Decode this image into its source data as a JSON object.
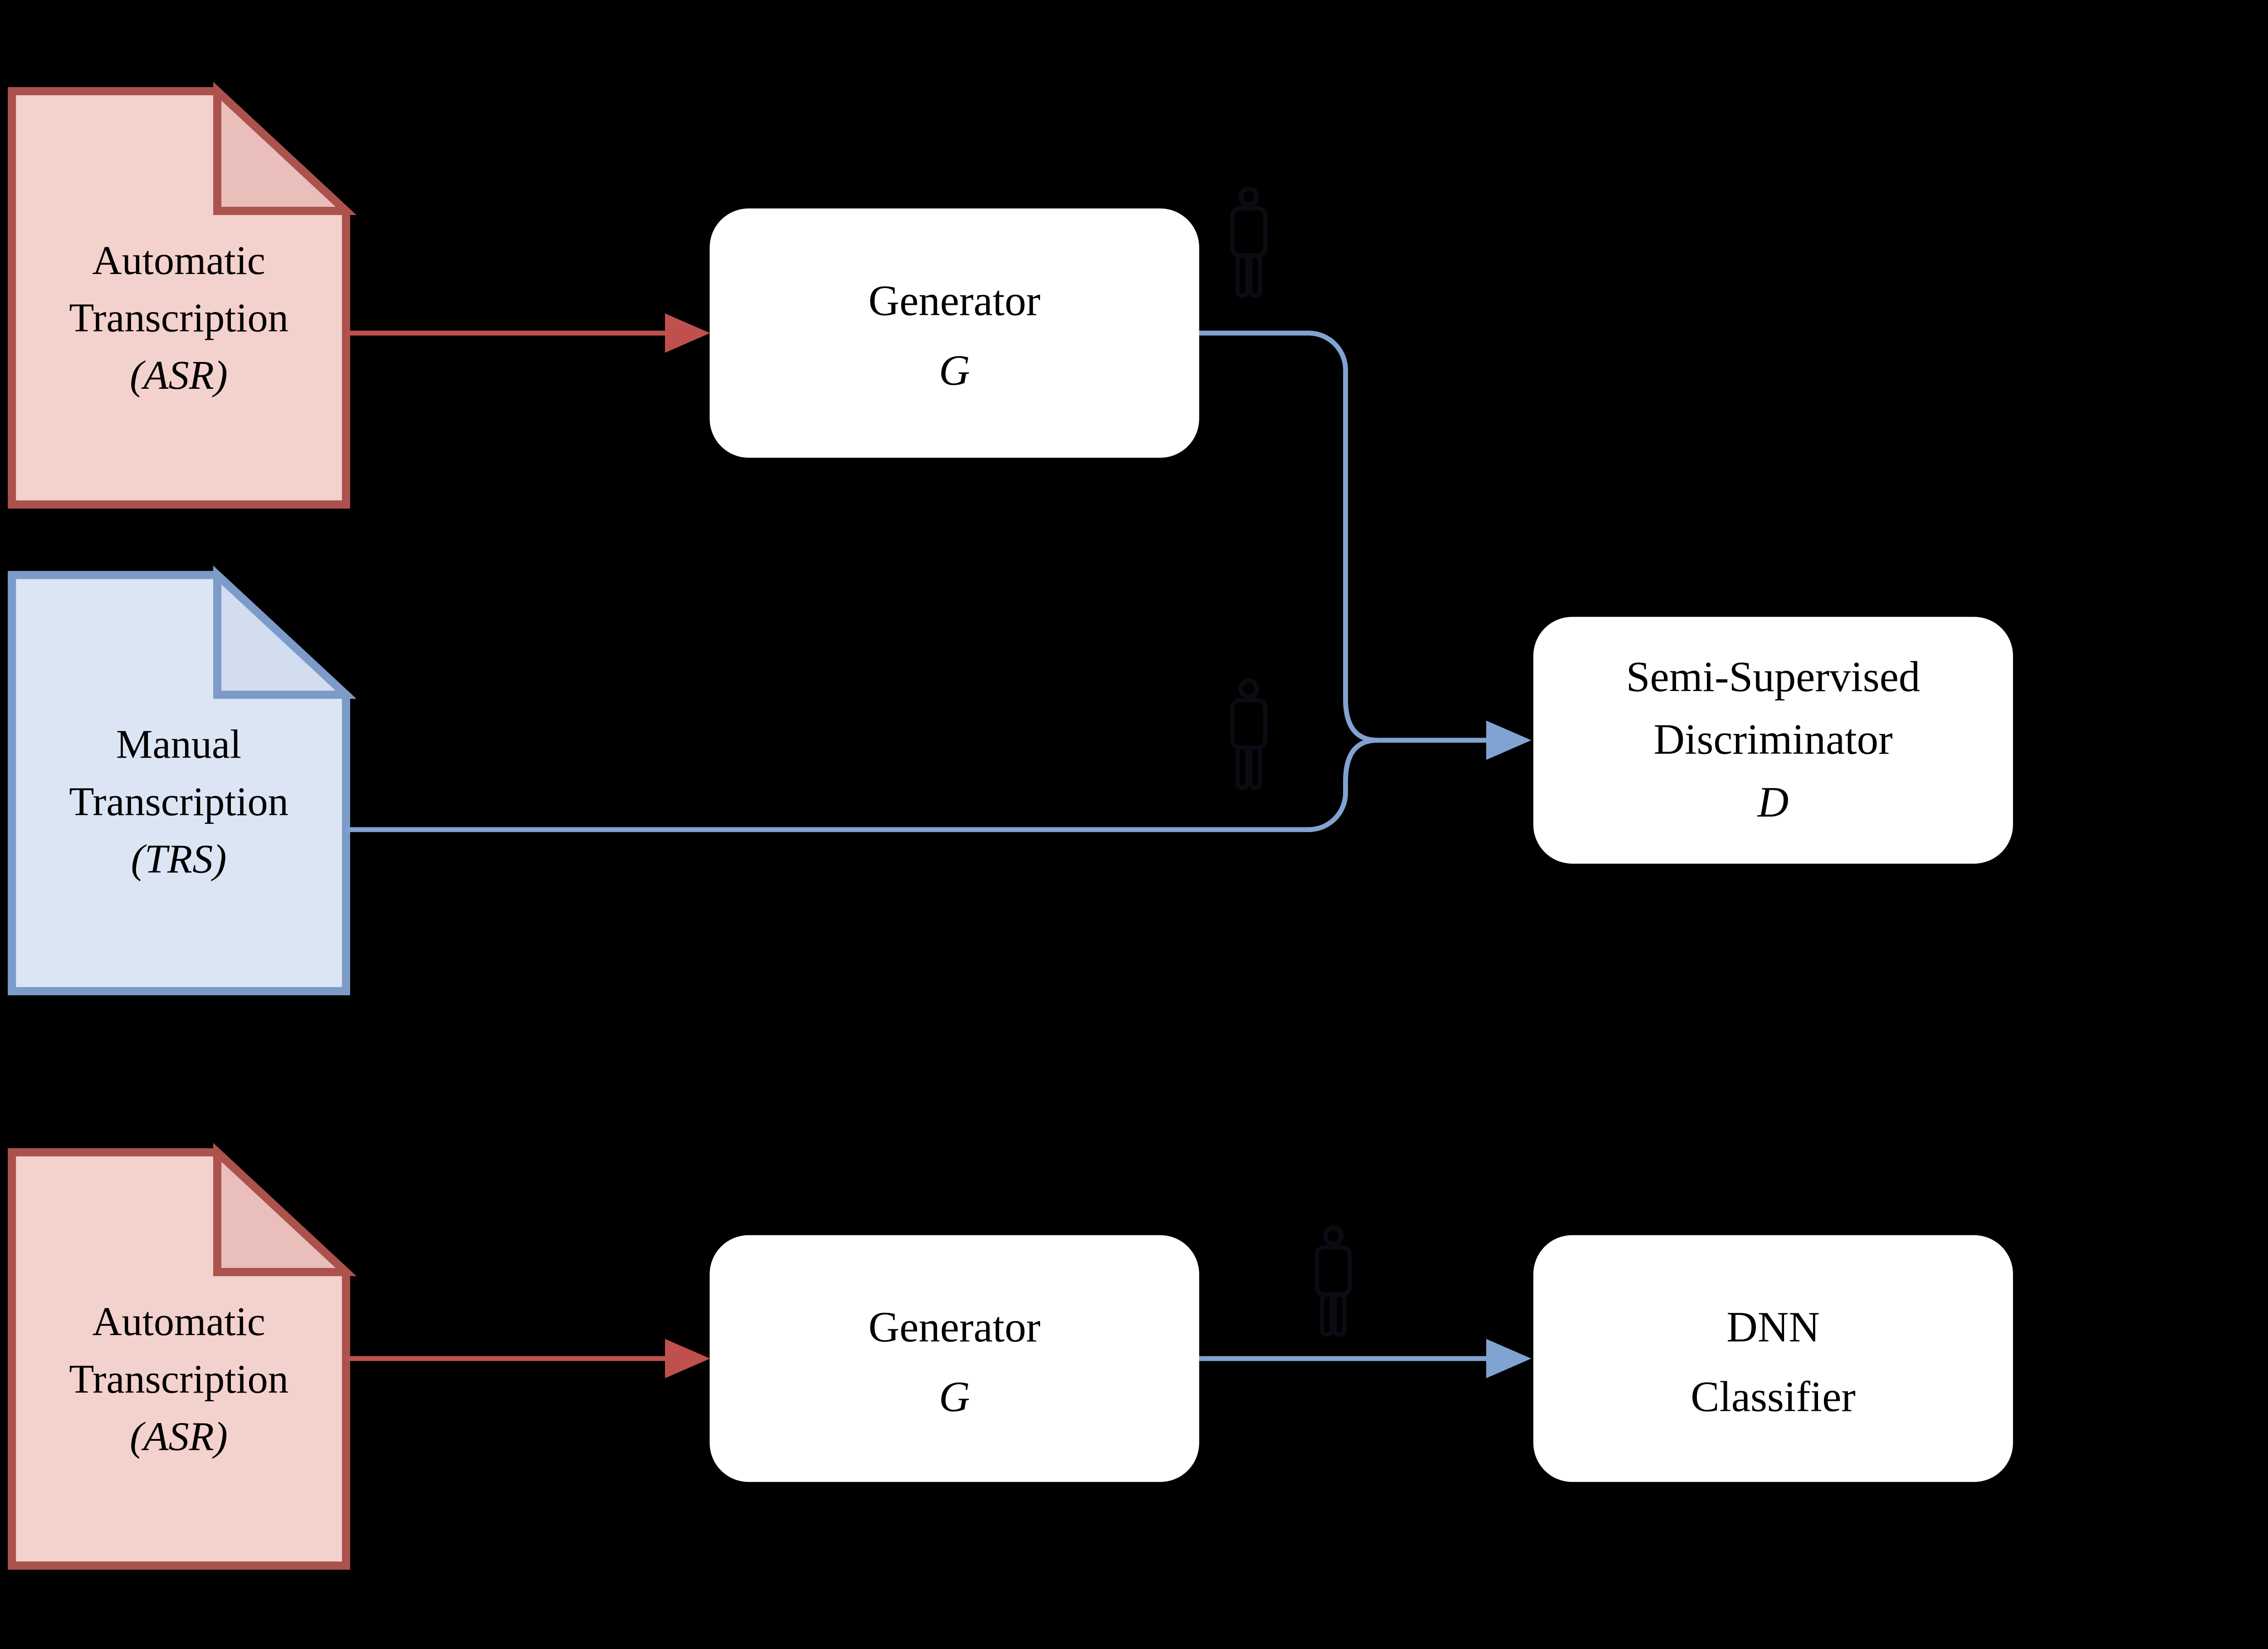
{
  "background": "#000000",
  "colors": {
    "red_fill": "#F3D1CD",
    "red_fold": "#E9BEBB",
    "red_border": "#AC524D",
    "red_arrow": "#C0504D",
    "blue_fill": "#DBE5F4",
    "blue_fold": "#D2DDEF",
    "blue_border": "#7D9BC8",
    "blue_arrow": "#81A3D1",
    "box_fill": "#FFFFFF",
    "text": "#000000",
    "person": "#0B0B13"
  },
  "nodes": {
    "asr_top": {
      "lines": [
        "Automatic",
        "Transcription",
        "(ASR)"
      ]
    },
    "trs": {
      "lines": [
        "Manual",
        "Transcription",
        "(TRS)"
      ]
    },
    "generator_top": {
      "lines": [
        "Generator",
        "G"
      ]
    },
    "discriminator": {
      "lines": [
        "Semi-Supervised",
        "Discriminator",
        "D"
      ]
    },
    "asr_bottom": {
      "lines": [
        "Automatic",
        "Transcription",
        "(ASR)"
      ]
    },
    "generator_bottom": {
      "lines": [
        "Generator",
        "G"
      ]
    },
    "dnn": {
      "lines": [
        "DNN",
        "Classifier"
      ]
    }
  },
  "icons": {
    "person_top": "person-icon",
    "person_middle": "person-icon",
    "person_bottom": "person-icon"
  }
}
